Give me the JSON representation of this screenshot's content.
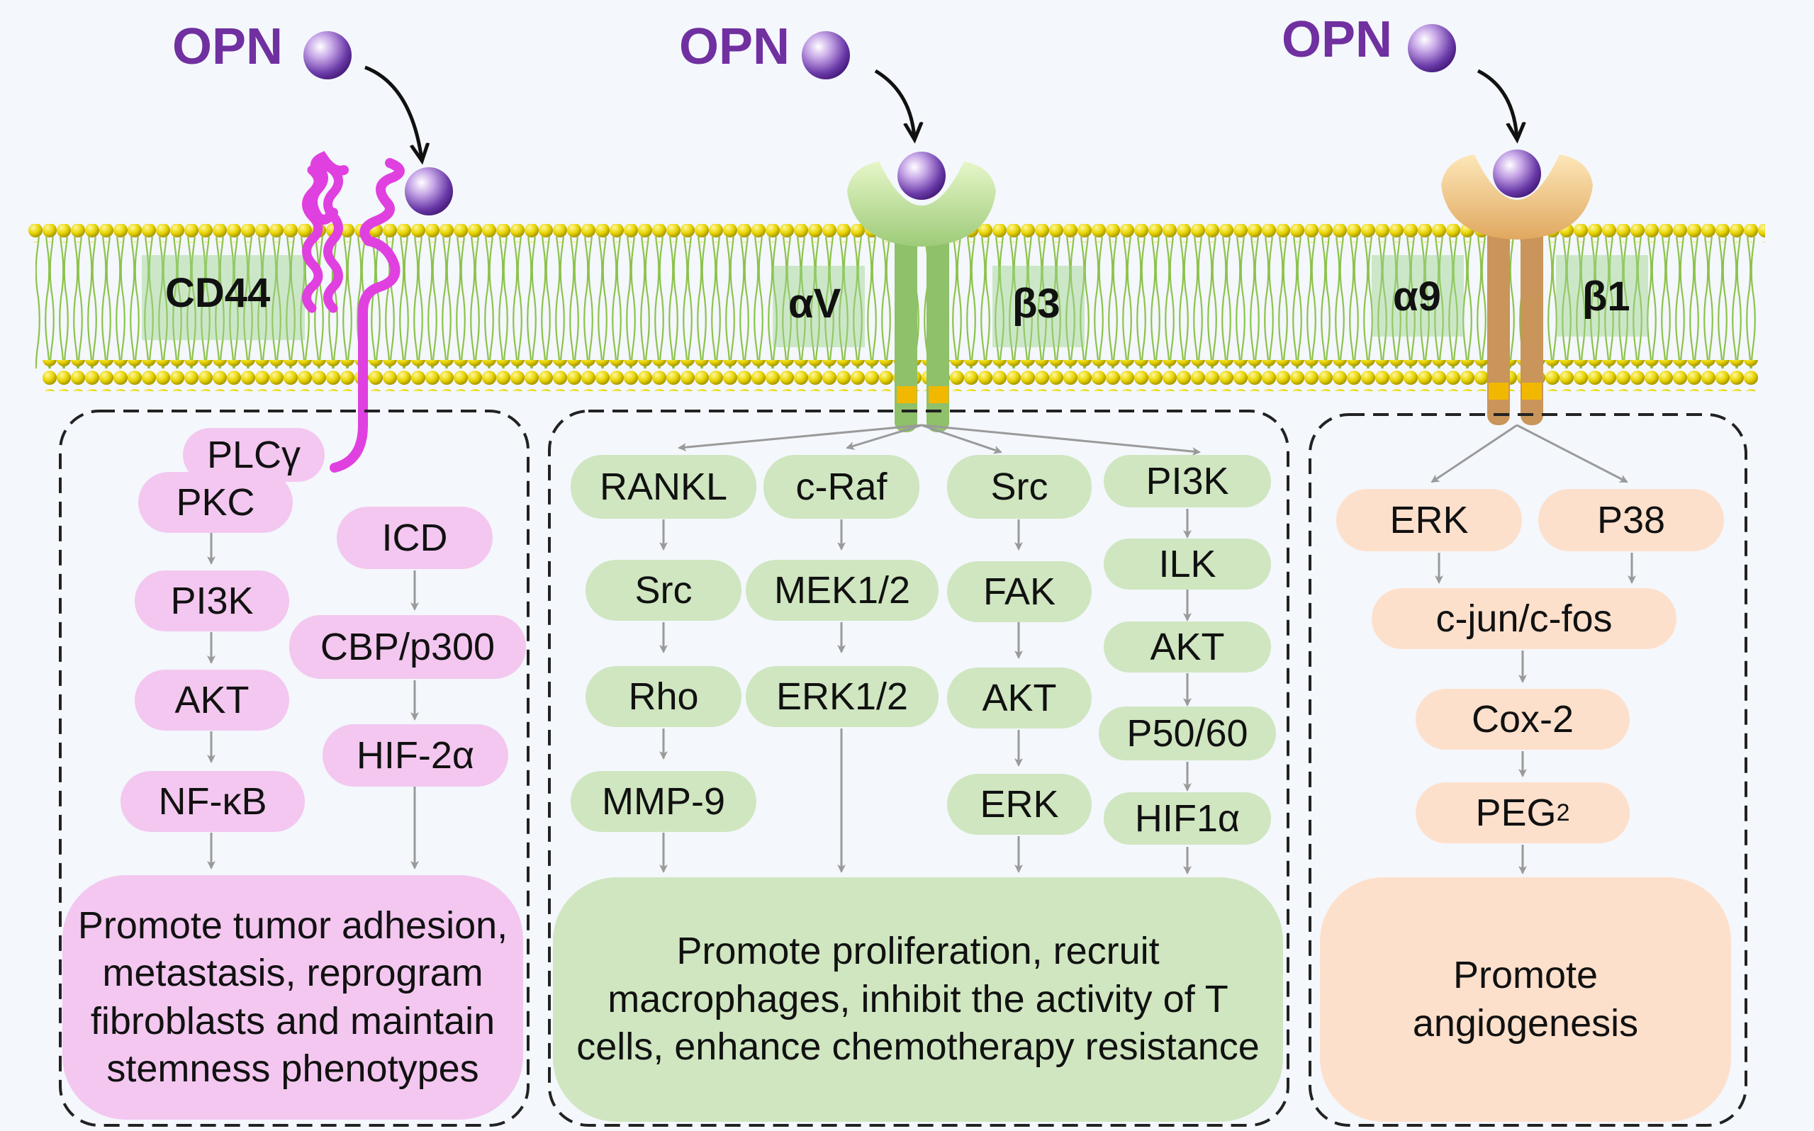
{
  "ligand_label": "OPN",
  "receptors": {
    "cd44": "CD44",
    "av": "αV",
    "b3": "β3",
    "a9": "α9",
    "b1": "β1"
  },
  "panel_cd44": {
    "nodes": [
      "PLCγ",
      "PKC",
      "PI3K",
      "AKT",
      "NF-κB",
      "ICD",
      "CBP/p300",
      "HIF-2α"
    ],
    "outcome": "Promote tumor adhesion, metastasis, reprogram fibroblasts and maintain stemness phenotypes"
  },
  "panel_avb3": {
    "col1": [
      "RANKL",
      "Src",
      "Rho",
      "MMP-9"
    ],
    "col2": [
      "c-Raf",
      "MEK1/2",
      "ERK1/2"
    ],
    "col3": [
      "Src",
      "FAK",
      "AKT",
      "ERK"
    ],
    "col4": [
      "PI3K",
      "ILK",
      "AKT",
      "P50/60",
      "HIF1α"
    ],
    "outcome": "Promote proliferation, recruit macrophages,  inhibit the activity of T cells, enhance chemotherapy resistance"
  },
  "panel_a9b1": {
    "nodes": [
      "ERK",
      "P38",
      "c-jun/c-fos",
      "Cox-2"
    ],
    "peg_main": "PEG",
    "peg_sub": "2",
    "outcome": "Promote angiogenesis"
  },
  "colors": {
    "opn": "#7030a0",
    "pink": "#f3c7f0",
    "green": "#cfe6c0",
    "peach": "#fde0cc",
    "membrane_head": "#e3d200",
    "cd44_protein": "#e040e0"
  }
}
